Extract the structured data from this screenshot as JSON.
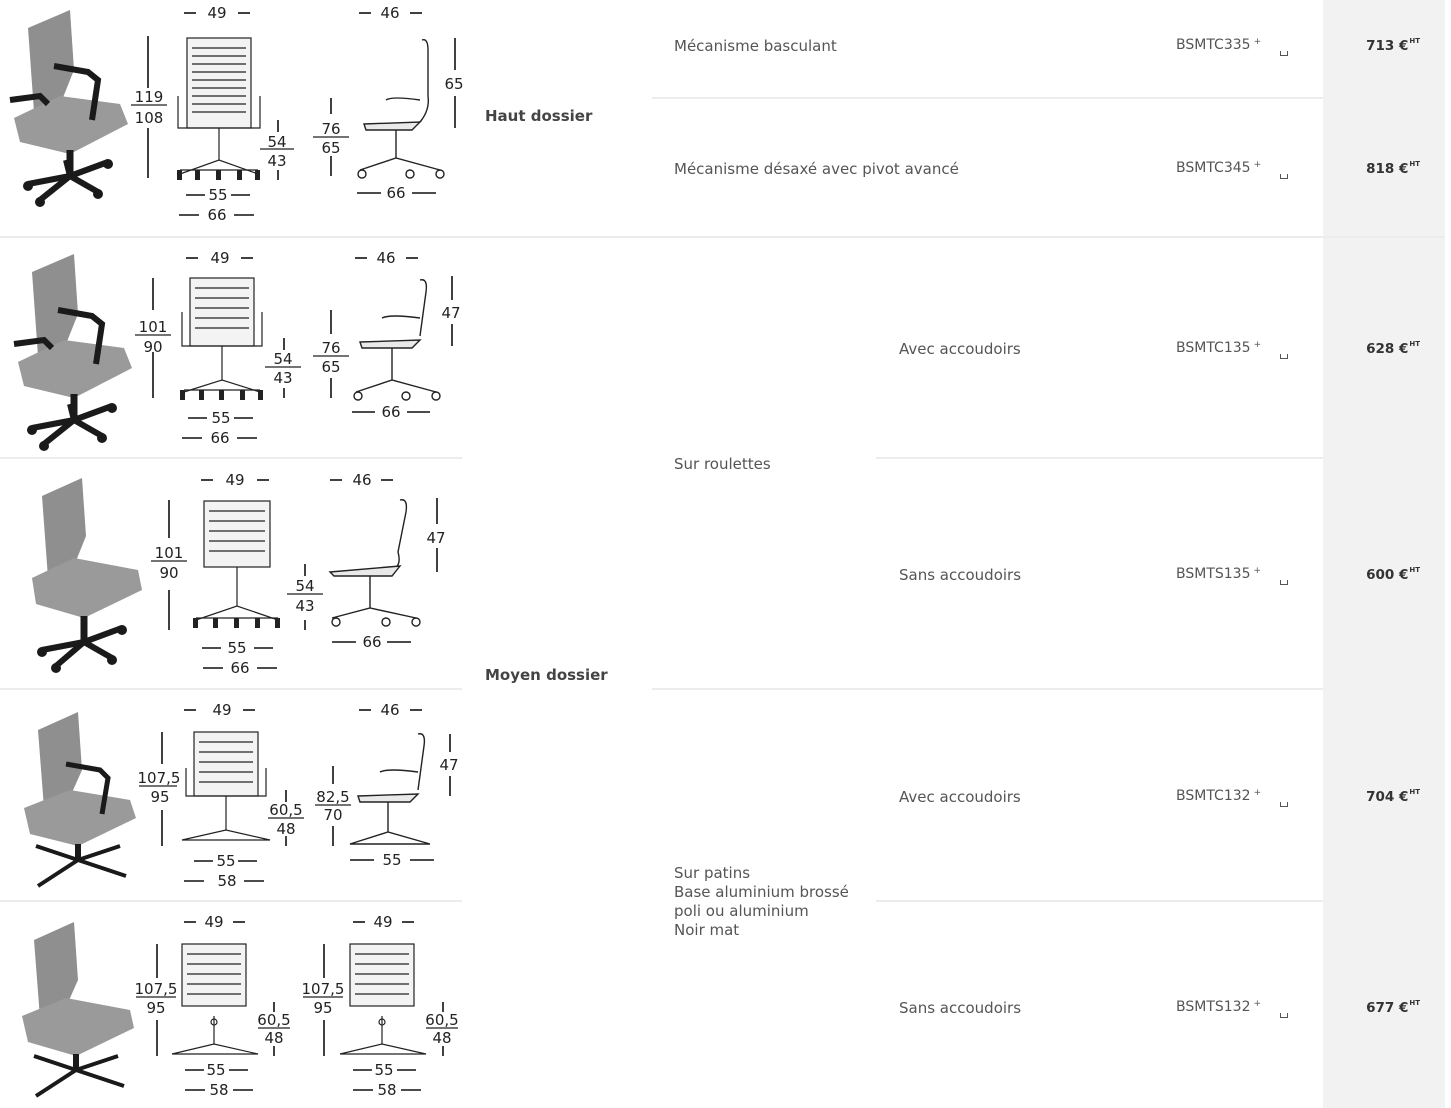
{
  "groups": {
    "haut": "Haut dossier",
    "moyen": "Moyen dossier"
  },
  "bases": {
    "roulettes": "Sur roulettes",
    "patins_lines": [
      "Sur patins",
      "Base aluminium brossé",
      "poli ou aluminium",
      "Noir mat"
    ]
  },
  "rows": [
    {
      "desc": "Mécanisme basculant",
      "ref": "BSMTC335",
      "price": "713 €",
      "unit": "HT"
    },
    {
      "desc": "Mécanisme désaxé avec pivot avancé",
      "ref": "BSMTC345",
      "price": "818 €",
      "unit": "HT"
    },
    {
      "desc": "Avec accoudoirs",
      "ref": "BSMTC135",
      "price": "628 €",
      "unit": "HT"
    },
    {
      "desc": "Sans accoudoirs",
      "ref": "BSMTS135",
      "price": "600 €",
      "unit": "HT"
    },
    {
      "desc": "Avec accoudoirs",
      "ref": "BSMTC132",
      "price": "704 €",
      "unit": "HT"
    },
    {
      "desc": "Sans accoudoirs",
      "ref": "BSMTS132",
      "price": "677 €",
      "unit": "HT"
    }
  ],
  "ref_suffix": "+",
  "chairs": [
    {
      "w": "49",
      "d": "46",
      "h1": "119",
      "h2": "108",
      "s1": "54",
      "s2": "43",
      "back": "65",
      "sa1": "76",
      "sa2": "65",
      "b1": "55",
      "b2": "66",
      "sb": "66"
    },
    {
      "w": "49",
      "d": "46",
      "h1": "101",
      "h2": "90",
      "s1": "54",
      "s2": "43",
      "back": "47",
      "sa1": "76",
      "sa2": "65",
      "b1": "55",
      "b2": "66",
      "sb": "66"
    },
    {
      "w": "49",
      "d": "46",
      "h1": "101",
      "h2": "90",
      "s1": "54",
      "s2": "43",
      "back": "47",
      "b1": "55",
      "b2": "66",
      "sb": "66"
    },
    {
      "w": "49",
      "d": "46",
      "h1": "107,5",
      "h2": "95",
      "s1": "60,5",
      "s2": "48",
      "back": "47",
      "sa1": "82,5",
      "sa2": "70",
      "b1": "55",
      "b2": "58",
      "sb": "55"
    },
    {
      "w": "49",
      "w2": "49",
      "h1": "107,5",
      "h2": "95",
      "s1": "60,5",
      "s2": "48",
      "h1b": "107,5",
      "h2b": "95",
      "s1b": "60,5",
      "s2b": "48",
      "b1": "55",
      "b2": "58",
      "b1b": "55",
      "b2b": "58"
    }
  ]
}
